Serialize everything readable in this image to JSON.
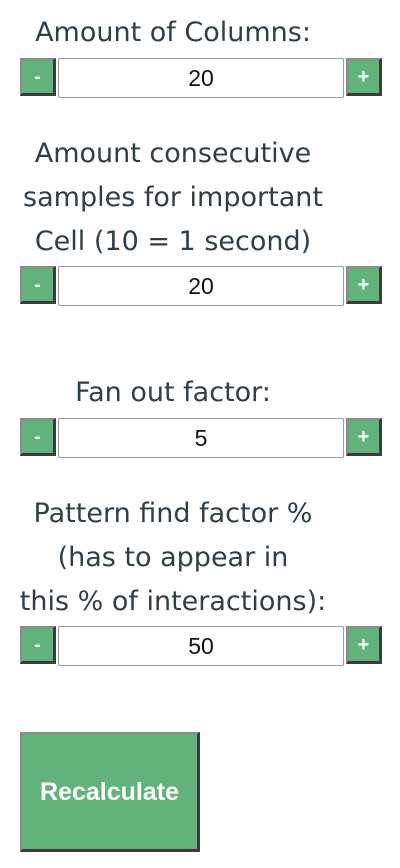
{
  "columns": {
    "label": "Amount of Columns:",
    "value": "20",
    "minus_label": "-",
    "plus_label": "+"
  },
  "consecutive": {
    "label_line1": "Amount consecutive",
    "label_line2": "samples for important",
    "label_line3": "Cell (10 = 1 second)",
    "value": "20",
    "minus_label": "-",
    "plus_label": "+"
  },
  "fanout": {
    "label": "Fan out factor:",
    "value": "5",
    "minus_label": "-",
    "plus_label": "+"
  },
  "pattern": {
    "label_line1": "Pattern find factor %",
    "label_line2": "(has to appear in",
    "label_line3": "this % of interactions):",
    "value": "50",
    "minus_label": "-",
    "plus_label": "+"
  },
  "recalculate_label": "Recalculate",
  "colors": {
    "button_green": "#62b27c",
    "label_text": "#2f3f4a"
  }
}
